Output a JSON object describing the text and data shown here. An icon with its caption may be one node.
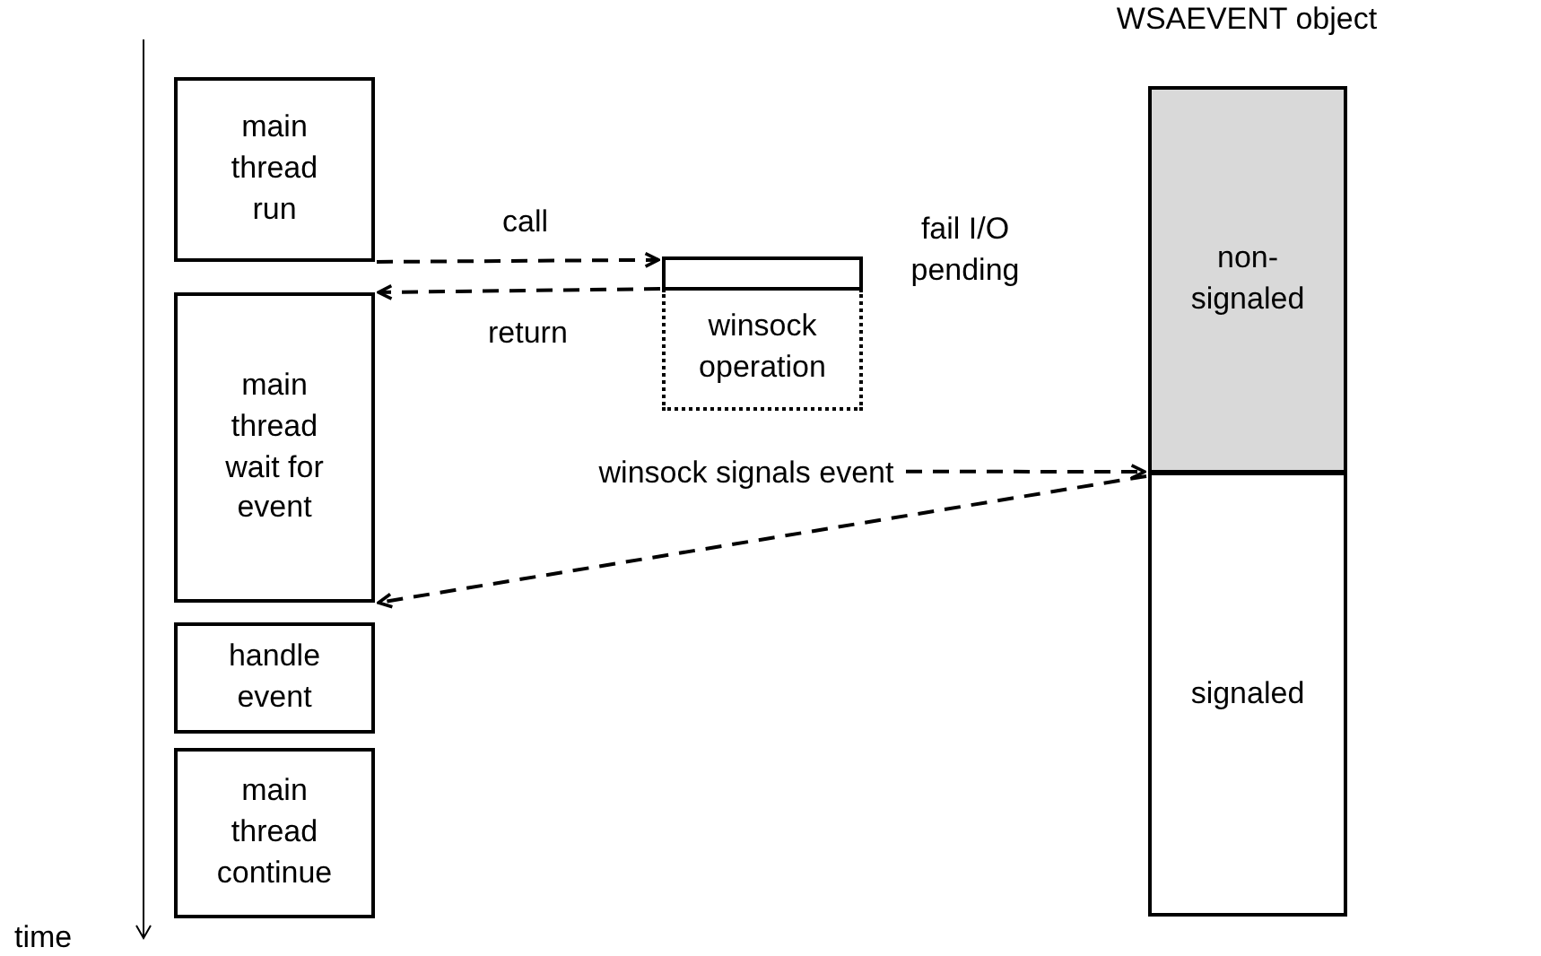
{
  "diagram": {
    "nodes": [
      {
        "text": [
          "main thread run"
        ]
      },
      {
        "text": [
          "main thread wait for event"
        ]
      },
      {
        "text": [
          "handle event"
        ]
      },
      {
        "text": [
          "main thread continue"
        ]
      },
      {
        "text": [],
        "shape": "bar",
        "beside": [
          "fail I/O pending"
        ]
      },
      {
        "text": [
          "winsock operation"
        ]
      },
      {
        "text": [
          "WSAEVENT object"
        ]
      },
      {
        "text": [
          "non-signaled"
        ],
        "in": 6
      },
      {
        "text": [
          "signaled"
        ],
        "in": 6
      },
      {
        "text": [
          "winsock signals event"
        ]
      }
    ],
    "edges": [
      {
        "from": 0,
        "to": 4,
        "arrow": "to",
        "label": "call",
        "style": "dashed"
      },
      {
        "from": 4,
        "to": 1,
        "arrow": "to",
        "label": "return",
        "style": "dashed"
      },
      {
        "from": 9,
        "to": 8,
        "arrow": "to",
        "style": "dashed"
      },
      {
        "from": 8,
        "to": 1,
        "arrow": "to",
        "style": "dashed"
      }
    ],
    "labels": [
      "time"
    ]
  }
}
